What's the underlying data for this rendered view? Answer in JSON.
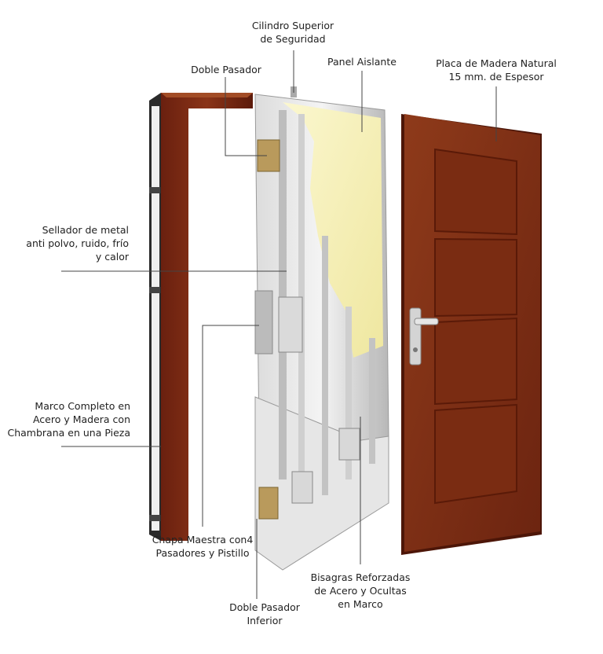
{
  "labels": {
    "cilindro": [
      "Cilindro Superior",
      "de Seguridad"
    ],
    "doble_pasador": [
      "Doble Pasador"
    ],
    "panel": [
      "Panel Aislante"
    ],
    "placa": [
      "Placa de Madera Natural",
      "15 mm. de Espesor"
    ],
    "sellador": [
      "Sellador de metal",
      "anti polvo, ruido, frío",
      "y calor"
    ],
    "marco": [
      "Marco Completo en",
      "Acero y Madera  con",
      "Chambrana en una Pieza"
    ],
    "chapa": [
      "Chapa Maestra con4",
      "Pasadores y Pistillo"
    ],
    "bisagras": [
      "Bisagras Reforzadas",
      "de Acero y Ocultas",
      "en Marco"
    ],
    "doble_inferior": [
      "Doble Pasador",
      "Inferior"
    ]
  },
  "colors": {
    "wood_dark": "#5a1a0c",
    "wood": "#7c2c14",
    "wood_light": "#9a4a26",
    "steel": "#c9c9c9",
    "steel_light": "#eeeeee",
    "insulation": "#f7f2b8",
    "line": "#444444"
  }
}
